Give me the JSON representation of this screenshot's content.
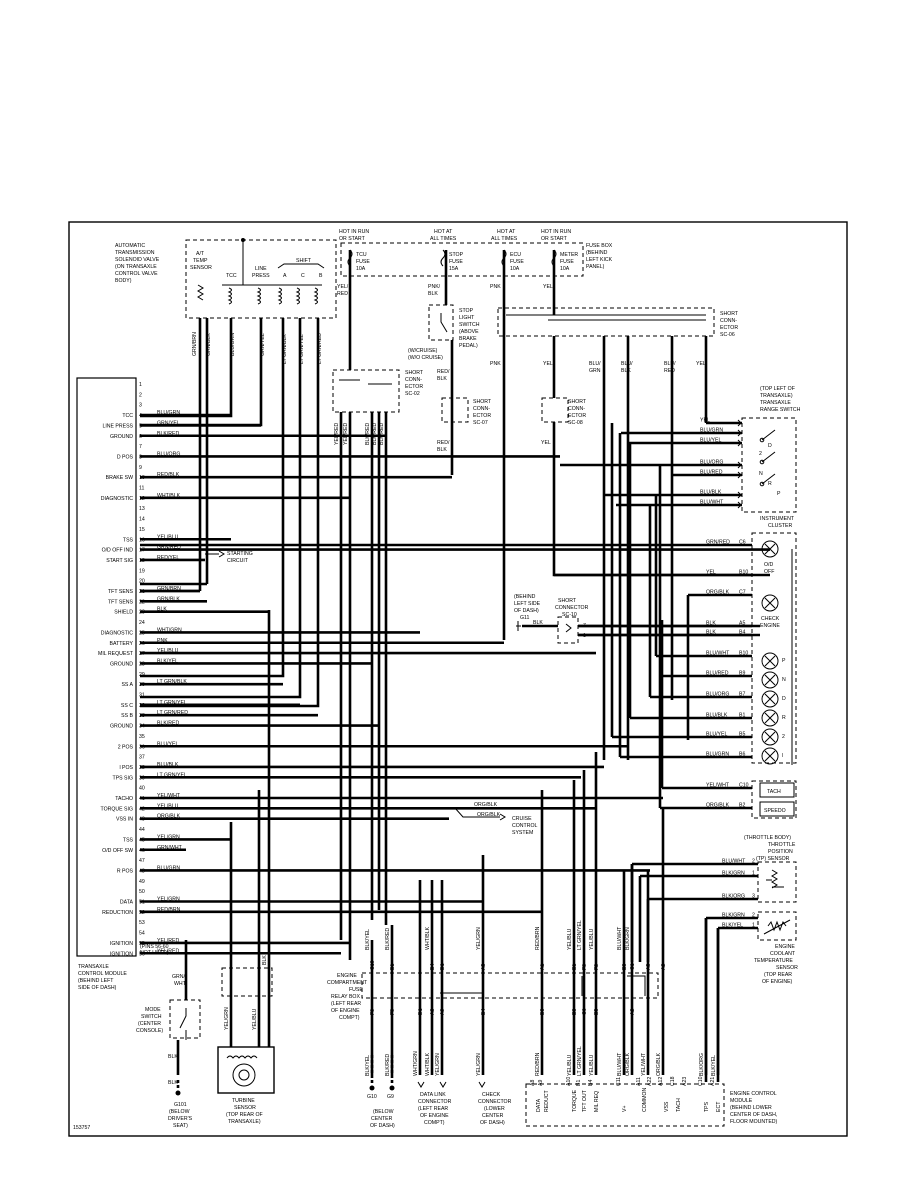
{
  "figure_id": "153757",
  "fuses": [
    {
      "line1": "HOT IN RUN",
      "line2": "OR START",
      "name": "TCU",
      "amps": "10A"
    },
    {
      "line1": "HOT AT",
      "line2": "ALL TIMES",
      "name": "STOP",
      "amps": "15A"
    },
    {
      "line1": "HOT AT",
      "line2": "ALL TIMES",
      "name": "ECU",
      "amps": "10A"
    },
    {
      "line1": "HOT IN RUN",
      "line2": "OR START",
      "name": "METER",
      "amps": "10A"
    }
  ],
  "fuse_box_label": [
    "FUSE BOX",
    "(BEHIND",
    "LEFT KICK",
    "PANEL)"
  ],
  "solenoid_label": [
    "AUTOMATIC",
    "TRANSMISSION",
    "SOLENOID VALVE",
    "(ON TRANSAXLE",
    "CONTROL VALVE",
    "BODY)"
  ],
  "sensor_labels": {
    "atf": [
      "A/T",
      "TEMP",
      "SENSOR"
    ],
    "tcc": "TCC",
    "line": [
      "LINE",
      "PRESS"
    ],
    "shift": "SHIFT",
    "shift_a": "A",
    "shift_c": "C",
    "shift_b": "B"
  },
  "solenoid_wires": [
    "GRN/BRN",
    "GRN/BLK",
    "BLU/GRN",
    "GRN/YEL",
    "LT GRN/BLK",
    "LT GRN/YEL",
    "LT GRN/RED"
  ],
  "tcm_pins": [
    {
      "n": "1",
      "name": "",
      "wire": ""
    },
    {
      "n": "2",
      "name": "",
      "wire": ""
    },
    {
      "n": "3",
      "name": "",
      "wire": ""
    },
    {
      "n": "4",
      "name": "TCC",
      "wire": "BLU/GRN"
    },
    {
      "n": "5",
      "name": "LINE PRESS",
      "wire": "GRN/YEL"
    },
    {
      "n": "6",
      "name": "GROUND",
      "wire": "BLK/RED"
    },
    {
      "n": "7",
      "name": "",
      "wire": ""
    },
    {
      "n": "8",
      "name": "D POS",
      "wire": "BLU/ORG"
    },
    {
      "n": "9",
      "name": "",
      "wire": ""
    },
    {
      "n": "10",
      "name": "BRAKE SW",
      "wire": "RED/BLK"
    },
    {
      "n": "11",
      "name": "",
      "wire": ""
    },
    {
      "n": "12",
      "name": "DIAGNOSTIC",
      "wire": "WHT/BLK"
    },
    {
      "n": "13",
      "name": "",
      "wire": ""
    },
    {
      "n": "14",
      "name": "",
      "wire": ""
    },
    {
      "n": "15",
      "name": "",
      "wire": ""
    },
    {
      "n": "16",
      "name": "TSS",
      "wire": "YEL/BLU"
    },
    {
      "n": "17",
      "name": "O/D OFF IND",
      "wire": "GRN/RED"
    },
    {
      "n": "18",
      "name": "START SIG",
      "wire": "RED/YEL"
    },
    {
      "n": "19",
      "name": "",
      "wire": ""
    },
    {
      "n": "20",
      "name": "",
      "wire": ""
    },
    {
      "n": "21",
      "name": "TFT SENS",
      "wire": "GRN/BRN"
    },
    {
      "n": "22",
      "name": "TFT SENS",
      "wire": "GRN/BLK"
    },
    {
      "n": "23",
      "name": "SHIELD",
      "wire": "BLK"
    },
    {
      "n": "24",
      "name": "",
      "wire": ""
    },
    {
      "n": "25",
      "name": "DIAGNOSTIC",
      "wire": "WHT/GRN"
    },
    {
      "n": "26",
      "name": "BATTERY",
      "wire": "PNK"
    },
    {
      "n": "27",
      "name": "MIL REQUEST",
      "wire": "YEL/BLU"
    },
    {
      "n": "28",
      "name": "GROUND",
      "wire": "BLK/YEL"
    },
    {
      "n": "29",
      "name": "",
      "wire": ""
    },
    {
      "n": "30",
      "name": "SS A",
      "wire": "LT GRN/BLK"
    },
    {
      "n": "31",
      "name": "",
      "wire": ""
    },
    {
      "n": "32",
      "name": "SS C",
      "wire": "LT GRN/YEL"
    },
    {
      "n": "33",
      "name": "SS B",
      "wire": "LT GRN/RED"
    },
    {
      "n": "34",
      "name": "GROUND",
      "wire": "BLK/RED"
    },
    {
      "n": "35",
      "name": "",
      "wire": ""
    },
    {
      "n": "36",
      "name": "2 POS",
      "wire": "BLU/YEL"
    },
    {
      "n": "37",
      "name": "",
      "wire": ""
    },
    {
      "n": "38",
      "name": "l POS",
      "wire": "BLU/BLK"
    },
    {
      "n": "39",
      "name": "TPS SIG",
      "wire": "LT GRN/YEL"
    },
    {
      "n": "40",
      "name": "",
      "wire": ""
    },
    {
      "n": "41",
      "name": "TACHO",
      "wire": "YEL/WHT"
    },
    {
      "n": "42",
      "name": "TORQUE SIG",
      "wire": "YEL/BLU"
    },
    {
      "n": "43",
      "name": "VSS IN",
      "wire": "ORG/BLK"
    },
    {
      "n": "44",
      "name": "",
      "wire": ""
    },
    {
      "n": "45",
      "name": "TSS",
      "wire": "YEL/GRN"
    },
    {
      "n": "46",
      "name": "O/D OFF SW",
      "wire": "GRN/WHT"
    },
    {
      "n": "47",
      "name": "",
      "wire": ""
    },
    {
      "n": "48",
      "name": "R POS",
      "wire": "BLU/GRN"
    },
    {
      "n": "49",
      "name": "",
      "wire": ""
    },
    {
      "n": "50",
      "name": "",
      "wire": ""
    },
    {
      "n": "51",
      "name": "DATA",
      "wire": "YEL/GRN"
    },
    {
      "n": "52",
      "name": "REDUCTION",
      "wire": "RED/BRN"
    },
    {
      "n": "53",
      "name": "",
      "wire": ""
    },
    {
      "n": "54",
      "name": "",
      "wire": ""
    },
    {
      "n": "55",
      "name": "IGNITION",
      "wire": "YEL/RED"
    },
    {
      "n": "56",
      "name": "IGNITION",
      "wire": "YEL/RED"
    }
  ],
  "tcm_note": [
    "(PINS 56-60",
    "NOT USED)"
  ],
  "tcm_label": [
    "TRANSAXLE",
    "CONTROL MODULE",
    "(BEHIND LEFT",
    "SIDE OF DASH)"
  ],
  "starting_circuit": [
    "STARTING",
    "CIRCUIT"
  ],
  "short_connectors": {
    "sc02": [
      "SHORT",
      "CONN-",
      "ECTOR",
      "SC-02"
    ],
    "sc07": [
      "SHORT",
      "CONN-",
      "ECTOR",
      "SC-07"
    ],
    "sc08": [
      "SHORT",
      "CONN-",
      "ECTOR",
      "SC-08"
    ],
    "sc06": [
      "SHORT",
      "CONN-",
      "ECTOR",
      "SC-06"
    ],
    "sc10": [
      "SHORT",
      "CONNECTOR",
      "SC-10"
    ]
  },
  "stop_switch_label": [
    "STOP",
    "LIGHT",
    "SWITCH",
    "(ABOVE",
    "BRAKE",
    "PEDAL)"
  ],
  "cruise_labels": [
    "(W/CRUISE)",
    "(W/O CRUISE)"
  ],
  "top_wire_labels": {
    "yel_red": [
      "YEL/",
      "RED"
    ],
    "pnk_blk": [
      "PNK/",
      "BLK"
    ],
    "pnk": "PNK",
    "yel": "YEL",
    "red_blk": [
      "RED/",
      "BLK"
    ],
    "blu_grn": [
      "BLU/",
      "GRN"
    ],
    "blu_blk": [
      "BLU/",
      "BLK"
    ],
    "blu_red": [
      "BLU/",
      "RED"
    ]
  },
  "sc02_wires": [
    "YEL/RED",
    "YEL/RED",
    "BLK/RED",
    "BLK/RED",
    "BLK/RED"
  ],
  "range_switch_label": [
    "(TOP LEFT OF",
    "TRANSAXLE)",
    "TRANSAXLE",
    "RANGE SWITCH"
  ],
  "range_switch_wires": [
    "YEL",
    "BLU/GRN",
    "BLU/YEL",
    "BLU/ORG",
    "BLU/RED",
    "BLU/BLK",
    "BLU/WHT"
  ],
  "range_positions": [
    "2",
    "D",
    "N",
    "R",
    "P"
  ],
  "cluster_label": [
    "INSTRUMENT",
    "CLUSTER"
  ],
  "cluster_rows": [
    {
      "wire": "GRN/RED",
      "pin": "C6"
    },
    {
      "wire": "YEL",
      "pin": "B10"
    },
    {
      "wire": "ORG/BLK",
      "pin": "C7"
    },
    {
      "wire": "BLK",
      "pin": "A5"
    },
    {
      "wire": "BLK",
      "pin": "B4"
    },
    {
      "wire": "BLU/WHT",
      "pin": "B10"
    },
    {
      "wire": "BLU/RED",
      "pin": "B9"
    },
    {
      "wire": "BLU/ORG",
      "pin": "B7"
    },
    {
      "wire": "BLU/BLK",
      "pin": "B1"
    },
    {
      "wire": "BLU/YEL",
      "pin": "B5"
    },
    {
      "wire": "BLU/GRN",
      "pin": "B6"
    },
    {
      "wire": "YEL/WHT",
      "pin": "C10"
    },
    {
      "wire": "ORG/BLK",
      "pin": "B2"
    }
  ],
  "cluster_lamps": [
    "O/D",
    "OFF",
    "CHECK",
    "ENGINE",
    "P",
    "N",
    "D",
    "R",
    "2",
    "l"
  ],
  "tach": "TACH",
  "speedo": "SPEEDO",
  "dash_ground": [
    "(BEHIND",
    "LEFT SIDE",
    "OF DASH)",
    "G11"
  ],
  "sc10_pins": [
    "BLK",
    "BLK",
    "BLK",
    "7",
    "1"
  ],
  "cruise_module": [
    "CRUISE",
    "CONTROL",
    "SYSTEM"
  ],
  "cruise_wires": [
    "ORG/BLK",
    "ORG/BLK"
  ],
  "tp_sensor": [
    "(THROTTLE BODY)",
    "THROTTLE",
    "POSITION",
    "(TP) SENSOR"
  ],
  "tp_wires": [
    {
      "wire": "BLU/WHT",
      "pin": "2"
    },
    {
      "wire": "BLK/GRN",
      "pin": "1"
    },
    {
      "wire": "BLK/ORG",
      "pin": "3"
    }
  ],
  "ect_sensor": [
    "ENGINE",
    "COOLANT",
    "TEMPERATURE",
    "SENSOR",
    "(TOP REAR",
    "OF ENGINE)"
  ],
  "ect_wires": [
    {
      "wire": "BLK/GRN",
      "pin": "2"
    },
    {
      "wire": "BLK/YEL",
      "pin": "1"
    }
  ],
  "relay_box": [
    "ENGINE",
    "COMPARTMENT",
    "FUSE",
    "RELAY BOX",
    "(LEFT REAR",
    "OF ENGINE",
    "COMPT)"
  ],
  "relay_pins_top": [
    "C10",
    "B1",
    "B4",
    "D1",
    "A5",
    "A1",
    "E1",
    "F8",
    "F2",
    "E3",
    "C1",
    "A5",
    "A2"
  ],
  "relay_wires_top": [
    "BLK/YEL",
    "BLK/RED",
    "WHT/BLK",
    "YEL/GRN",
    "RED/BRN",
    "YEL/BLU",
    "LT GRN/YEL",
    "YEL/BLU",
    "BLU/WHT",
    "BLK/GRN"
  ],
  "relay_pins_bottom": [
    "F3",
    "F5",
    "D1",
    "A3",
    "A9",
    "B4",
    "B3",
    "E3",
    "C6",
    "E5",
    "A2"
  ],
  "bottom_wires": [
    "BLK/YEL",
    "BLK/RED",
    "WHT/GRN",
    "WHT/BLK",
    "YEL/GRN",
    "YEL/GRN",
    "RED/BRN",
    "YEL/BLU",
    "LT GRN/YEL",
    "YEL/BLU",
    "BLU/WHT",
    "ORG/BLK",
    "YEL/WHT",
    "ORG/BLK",
    "BLK/ORG",
    "BLK/YEL"
  ],
  "ground_labels": [
    "G10",
    "G9",
    "(BELOW",
    "CENTER",
    "OF DASH)"
  ],
  "dlc": [
    "DATA LINK",
    "CONNECTOR",
    "(LEFT REAR",
    "OF ENGINE",
    "COMPT)"
  ],
  "check_connector": [
    "CHECK",
    "CONNECTOR",
    "(LOWER",
    "CENTER",
    "OF DASH)"
  ],
  "ecm": [
    "ENGINE CONTROL",
    "MODULE",
    "(BEHIND LOWER",
    "CENTER OF DASH,",
    "FLOOR MOUNTED)"
  ],
  "ecm_pins": [
    "DATA",
    "REDUCT",
    "TORQUE",
    "TFT OUT",
    "MIL REQ",
    "V+",
    "COMMON",
    "VSS",
    "TACH",
    "TPS",
    "ECT"
  ],
  "ecm_pin_nums": [
    "A8",
    "A9",
    "A10",
    "B1",
    "B4",
    "C11",
    "A11",
    "A12",
    "C18",
    "C10",
    "A21",
    "A22",
    "A23"
  ],
  "mode_switch": [
    "MODE",
    "SWITCH",
    "(CENTER",
    "CONSOLE)"
  ],
  "mode_wires": [
    "GRN/",
    "WHT",
    "BLK",
    "BLK"
  ],
  "g101": [
    "G101",
    "(BELOW",
    "DRIVER'S",
    "SEAT)"
  ],
  "turbine": [
    "TURBINE",
    "SENSOR",
    "(TOP REAR OF",
    "TRANSAXLE)"
  ],
  "turbine_wires": [
    "YEL/GRN",
    "YEL/BLU",
    "BLK"
  ]
}
